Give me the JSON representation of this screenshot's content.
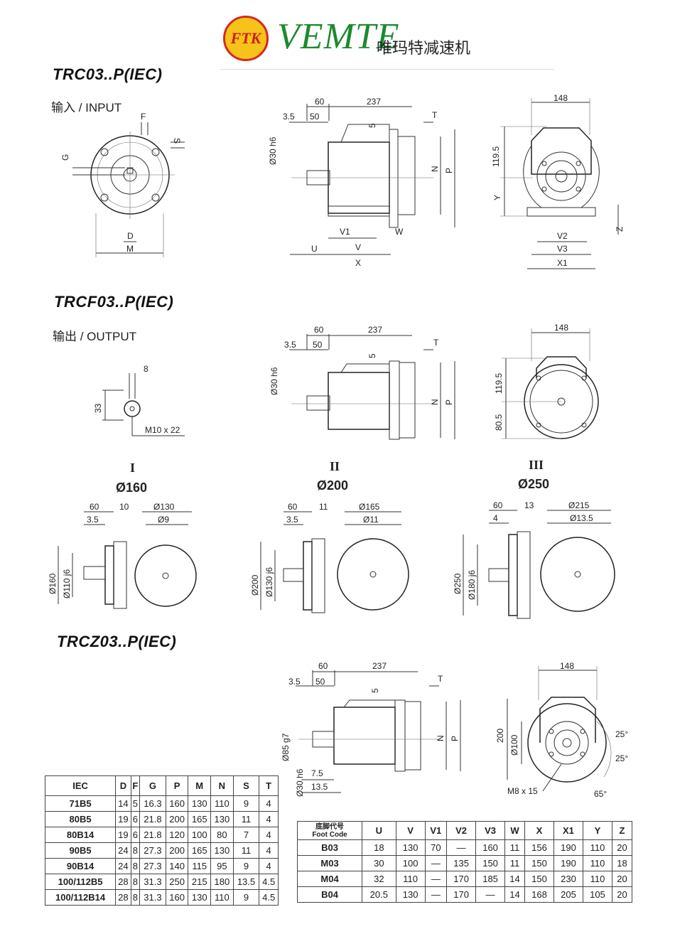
{
  "brand": {
    "logo_mark": "FTK",
    "name": "VEMTE",
    "cn_name": "唯玛特减速机"
  },
  "sections": {
    "input": {
      "title": "TRC03..P(IEC)",
      "label": "输入  / INPUT",
      "front_dims": {
        "f": "F",
        "s": "S",
        "g": "G",
        "d": "D",
        "m": "M"
      },
      "side_dims": {
        "d60": "60",
        "d237": "237",
        "d35": "3.5",
        "d50": "50",
        "d5": "5",
        "t": "T",
        "shaft": "Ø30 h6",
        "n": "N",
        "p": "P",
        "v1": "V1",
        "w": "W",
        "u": "U",
        "v": "V",
        "x": "X"
      },
      "end_dims": {
        "d148": "148",
        "d1195": "119.5",
        "y": "Y",
        "z": "Z",
        "v2": "V2",
        "v3": "V3",
        "x1": "X1"
      }
    },
    "output": {
      "title": "TRCF03..P(IEC)",
      "label": "输出  / OUTPUT",
      "shaft_dims": {
        "d8": "8",
        "d33": "33",
        "thread": "M10 x 22"
      },
      "side_dims": {
        "d60": "60",
        "d237": "237",
        "d35": "3.5",
        "d50": "50",
        "d5": "5",
        "t": "T",
        "shaft": "Ø30 h6",
        "n": "N",
        "p": "P"
      },
      "end_dims": {
        "d148": "148",
        "d1195": "119.5",
        "d805": "80.5"
      }
    },
    "flanges": [
      {
        "roman": "I",
        "size": "Ø160",
        "d60": "60",
        "gap": "10",
        "step": "3.5",
        "pcd": "Ø130",
        "hole": "Ø9",
        "outer": "Ø160",
        "spigot": "Ø110 j6"
      },
      {
        "roman": "II",
        "size": "Ø200",
        "d60": "60",
        "gap": "11",
        "step": "3.5",
        "pcd": "Ø165",
        "hole": "Ø11",
        "outer": "Ø200",
        "spigot": "Ø130 j6"
      },
      {
        "roman": "III",
        "size": "Ø250",
        "d60": "60",
        "gap": "13",
        "step": "4",
        "pcd": "Ø215",
        "hole": "Ø13.5",
        "outer": "Ø250",
        "spigot": "Ø180 j6"
      }
    ],
    "z_type": {
      "title": "TRCZ03..P(IEC)",
      "side_dims": {
        "d60": "60",
        "d237": "237",
        "d35": "3.5",
        "d50": "50",
        "d5": "5",
        "t": "T",
        "flange": "Ø85 g7",
        "shaft": "Ø30 h6",
        "d75": "7.5",
        "d135": "13.5",
        "n": "N",
        "p": "P"
      },
      "end_dims": {
        "d148": "148",
        "d200": "200",
        "d100": "Ø100",
        "a25a": "25°",
        "a25b": "25°",
        "a65": "65°",
        "thread": "M8 x 15"
      }
    }
  },
  "iec_table": {
    "headers": [
      "IEC",
      "D",
      "F",
      "G",
      "P",
      "M",
      "N",
      "S",
      "T"
    ],
    "rows": [
      [
        "71B5",
        "14",
        "5",
        "16.3",
        "160",
        "130",
        "110",
        "9",
        "4"
      ],
      [
        "80B5",
        "19",
        "6",
        "21.8",
        "200",
        "165",
        "130",
        "11",
        "4"
      ],
      [
        "80B14",
        "19",
        "6",
        "21.8",
        "120",
        "100",
        "80",
        "7",
        "4"
      ],
      [
        "90B5",
        "24",
        "8",
        "27.3",
        "200",
        "165",
        "130",
        "11",
        "4"
      ],
      [
        "90B14",
        "24",
        "8",
        "27.3",
        "140",
        "115",
        "95",
        "9",
        "4"
      ],
      [
        "100/112B5",
        "28",
        "8",
        "31.3",
        "250",
        "215",
        "180",
        "13.5",
        "4.5"
      ],
      [
        "100/112B14",
        "28",
        "8",
        "31.3",
        "160",
        "130",
        "110",
        "9",
        "4.5"
      ]
    ]
  },
  "foot_table": {
    "head_cn": "底脚代号",
    "head_en": "Foot Code",
    "headers": [
      "U",
      "V",
      "V1",
      "V2",
      "V3",
      "W",
      "X",
      "X1",
      "Y",
      "Z"
    ],
    "rows": [
      [
        "B03",
        "18",
        "130",
        "70",
        "—",
        "160",
        "11",
        "156",
        "190",
        "110",
        "20"
      ],
      [
        "M03",
        "30",
        "100",
        "—",
        "135",
        "150",
        "11",
        "150",
        "190",
        "110",
        "18"
      ],
      [
        "M04",
        "32",
        "110",
        "—",
        "170",
        "185",
        "14",
        "150",
        "230",
        "110",
        "20"
      ],
      [
        "B04",
        "20.5",
        "130",
        "—",
        "170",
        "—",
        "14",
        "168",
        "205",
        "105",
        "20"
      ]
    ]
  }
}
